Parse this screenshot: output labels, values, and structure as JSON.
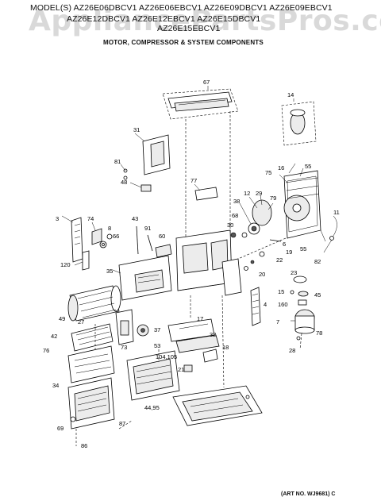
{
  "header": {
    "model_line_1": "MODEL(S) AZ26E06DBCV1  AZ26E06EBCV1  AZ26E09DBCV1  AZ26E09EBCV1",
    "model_line_2": "AZ26E12DBCV1  AZ26E12EBCV1  AZ26E15DBCV1",
    "model_line_3": "AZ26E15EBCV1",
    "subtitle": "MOTOR, COMPRESSOR & SYSTEM COMPONENTS"
  },
  "watermark": "AppliancePartsPros.com",
  "art_number": "(ART NO. WJ9681) C",
  "callouts": [
    "67",
    "14",
    "31",
    "81",
    "16",
    "55",
    "75",
    "48",
    "77",
    "12",
    "29",
    "79",
    "38",
    "11",
    "3",
    "74",
    "43",
    "91",
    "68",
    "30",
    "8",
    "66",
    "60",
    "6",
    "55",
    "19",
    "82",
    "22",
    "120",
    "20",
    "35",
    "23",
    "15",
    "45",
    "160",
    "4",
    "7",
    "78",
    "28",
    "49",
    "27",
    "37",
    "17",
    "32",
    "73",
    "53",
    "104,105",
    "18",
    "42",
    "21",
    "76",
    "34",
    "44,95",
    "87",
    "69",
    "86"
  ]
}
